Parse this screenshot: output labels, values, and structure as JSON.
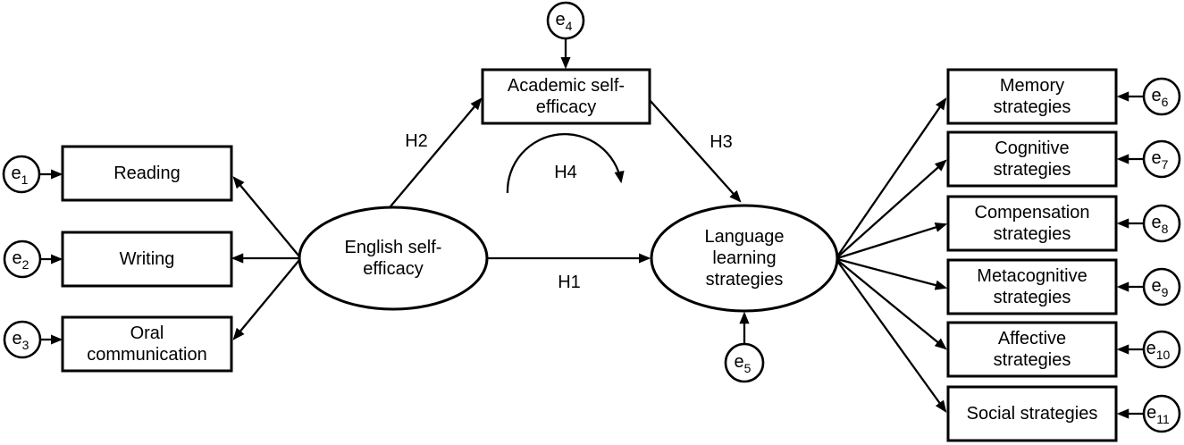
{
  "colors": {
    "background": "#ffffff",
    "line": "#000000",
    "text": "#000000"
  },
  "latents": {
    "english_self_efficacy": {
      "lines": [
        "English self-",
        "efficacy"
      ]
    },
    "language_learning_strategies": {
      "lines": [
        "Language",
        "learning",
        "strategies"
      ]
    }
  },
  "mediator": {
    "academic_self_efficacy": {
      "lines": [
        "Academic self-",
        "efficacy"
      ]
    }
  },
  "left_indicators": [
    {
      "id": "reading",
      "lines": [
        "Reading"
      ]
    },
    {
      "id": "writing",
      "lines": [
        "Writing"
      ]
    },
    {
      "id": "oral-communication",
      "lines": [
        "Oral",
        "communication"
      ]
    }
  ],
  "right_indicators": [
    {
      "id": "memory",
      "lines": [
        "Memory",
        "strategies"
      ]
    },
    {
      "id": "cognitive",
      "lines": [
        "Cognitive",
        "strategies"
      ]
    },
    {
      "id": "compensation",
      "lines": [
        "Compensation",
        "strategies"
      ]
    },
    {
      "id": "metacognitive",
      "lines": [
        "Metacognitive",
        "strategies"
      ]
    },
    {
      "id": "affective",
      "lines": [
        "Affective",
        "strategies"
      ]
    },
    {
      "id": "social",
      "lines": [
        "Social strategies"
      ]
    }
  ],
  "error_terms": [
    {
      "base": "e",
      "sub": "1"
    },
    {
      "base": "e",
      "sub": "2"
    },
    {
      "base": "e",
      "sub": "3"
    },
    {
      "base": "e",
      "sub": "4"
    },
    {
      "base": "e",
      "sub": "5"
    },
    {
      "base": "e",
      "sub": "6"
    },
    {
      "base": "e",
      "sub": "7"
    },
    {
      "base": "e",
      "sub": "8"
    },
    {
      "base": "e",
      "sub": "9"
    },
    {
      "base": "e",
      "sub": "10"
    },
    {
      "base": "e",
      "sub": "11"
    }
  ],
  "hypotheses": {
    "h1": "H1",
    "h2": "H2",
    "h3": "H3",
    "h4": "H4"
  }
}
